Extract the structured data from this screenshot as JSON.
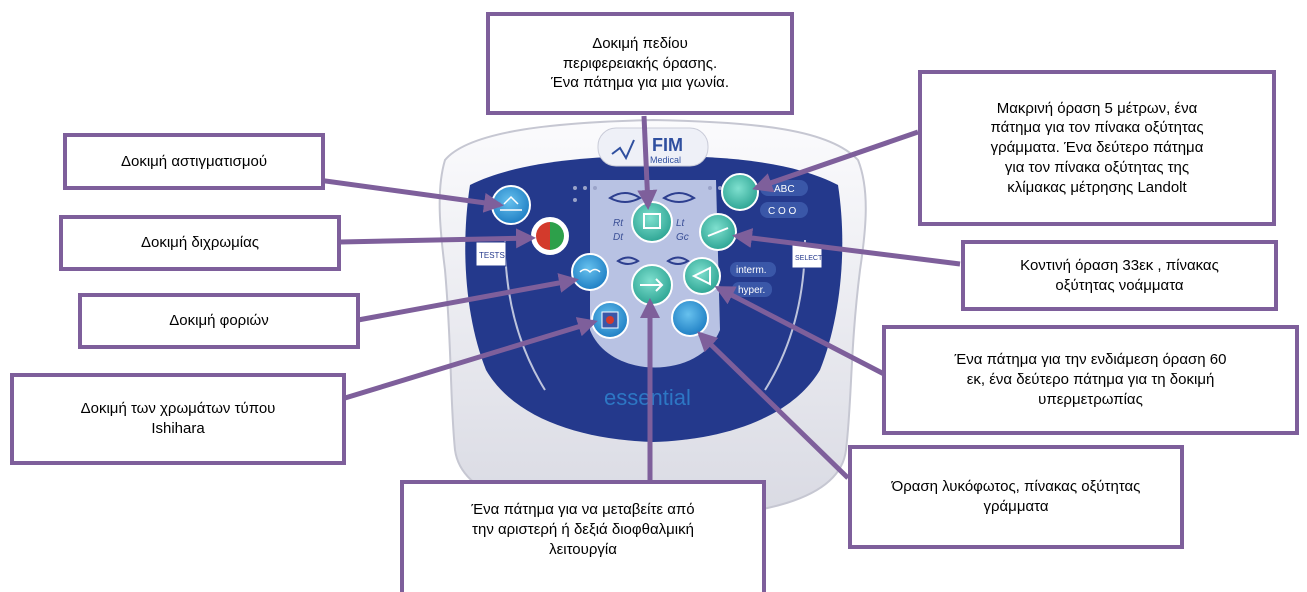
{
  "device": {
    "brand": "FIM",
    "brand_sub": "Medical",
    "product": "essential",
    "labels": {
      "tests": "TESTS",
      "select": "SELECT",
      "abc": "ABC",
      "landolt": "C O O",
      "interm": "interm.",
      "hyper": "hyper.",
      "rt": "Rt",
      "dt": "Dt",
      "lt": "Lt",
      "gc": "Gc"
    }
  },
  "callouts": {
    "field": [
      "Δοκιμή πεδίου",
      "περιφερειακής όρασης.",
      "Ένα πάτημα για μια γωνία."
    ],
    "far": [
      "Μακρινή όραση 5 μέτρων, ένα",
      "πάτημα για τον πίνακα οξύτητας",
      "γράμματα. Ένα δεύτερο πάτημα",
      "για τον πίνακα οξύτητας της",
      "κλίμακας μέτρησης Landolt"
    ],
    "astig": [
      "Δοκιμή αστιγματισμού"
    ],
    "dichro": [
      "Δοκιμή διχρωμίας"
    ],
    "near": [
      "Κοντινή όραση 33εκ , πίνακας",
      "οξύτητας νοάμματα"
    ],
    "phoria": [
      "Δοκιμή φοριών"
    ],
    "inter": [
      "Ένα πάτημα για την ενδιάμεση όραση 60",
      "εκ, ένα δεύτερο πάτημα για τη δοκιμή",
      "υπερμετρωπίας"
    ],
    "ishihara": [
      "Δοκιμή των χρωμάτων τύπου",
      "Ishihara"
    ],
    "twilight": [
      "Όραση λυκόφωτος, πίνακας οξύτητας",
      "γράμματα"
    ],
    "bino": [
      "Ένα πάτημα για να μεταβείτε από",
      "την αριστερή ή δεξιά διοφθαλμική",
      "λειτουργία"
    ]
  },
  "colors": {
    "callout_border": "#7e5f9b",
    "arrow": "#7e5f9b",
    "panel_blue": "#24398c",
    "button_blue": "#2a8fd0",
    "button_teal": "#3bb5a6",
    "body_white": "#f1f1f4"
  }
}
